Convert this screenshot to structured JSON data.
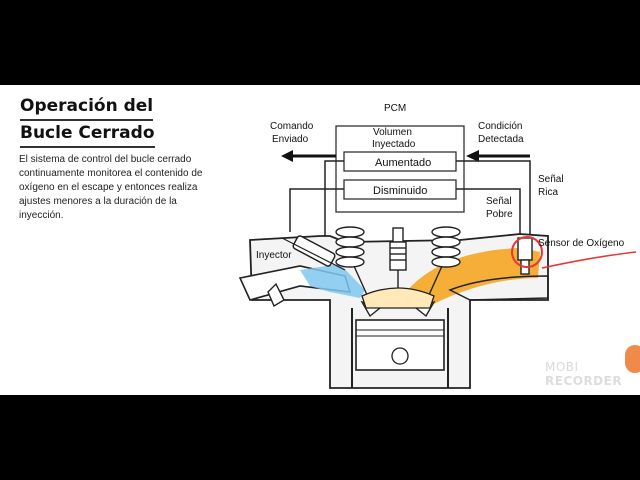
{
  "slide": {
    "title_line1": "Operación del",
    "title_line2": "Bucle Cerrado",
    "description": "El sistema de control del bucle cerrado continuamente monitorea el contenido de oxígeno en el escape y entonces realiza ajustes menores a la duración de la inyección."
  },
  "diagram": {
    "pcm": "PCM",
    "comando_1": "Comando",
    "comando_2": "Enviado",
    "condicion_1": "Condición",
    "condicion_2": "Detectada",
    "volumen_1": "Volumen",
    "volumen_2": "Inyectado",
    "aumentado": "Aumentado",
    "disminuido": "Disminuido",
    "senal_rica_1": "Señal",
    "senal_rica_2": "Rica",
    "senal_pobre_1": "Señal",
    "senal_pobre_2": "Pobre",
    "inyector": "Inyector",
    "sensor": "Sensor de Oxígeno",
    "colors": {
      "intake": "#7fc7ee",
      "exhaust": "#f5a623",
      "highlight": "#e53935"
    }
  },
  "watermark": {
    "line1": "MOBI",
    "line2": "RECORDER"
  }
}
